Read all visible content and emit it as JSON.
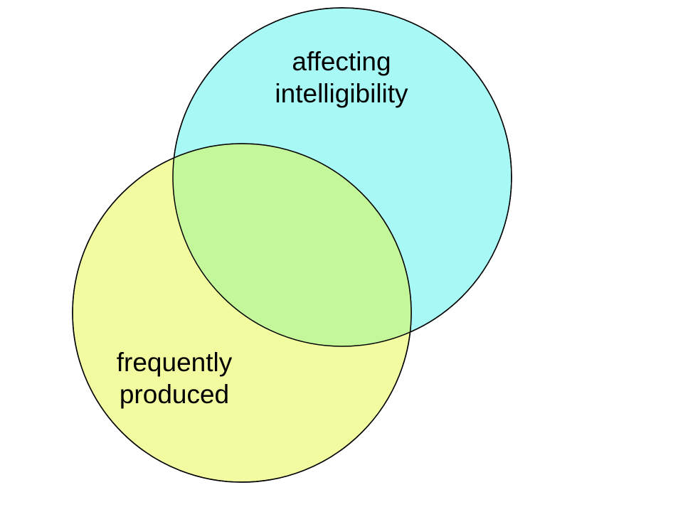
{
  "diagram": {
    "type": "venn",
    "sets": [
      {
        "id": "a",
        "lines": [
          "affecting",
          "intelligibility"
        ],
        "color": "#a8f8f6"
      },
      {
        "id": "b",
        "lines": [
          "frequently",
          "produced"
        ],
        "color": "#f2fb9f"
      }
    ],
    "overlap_color": "#c3f79a",
    "stroke_color": "#000000"
  }
}
